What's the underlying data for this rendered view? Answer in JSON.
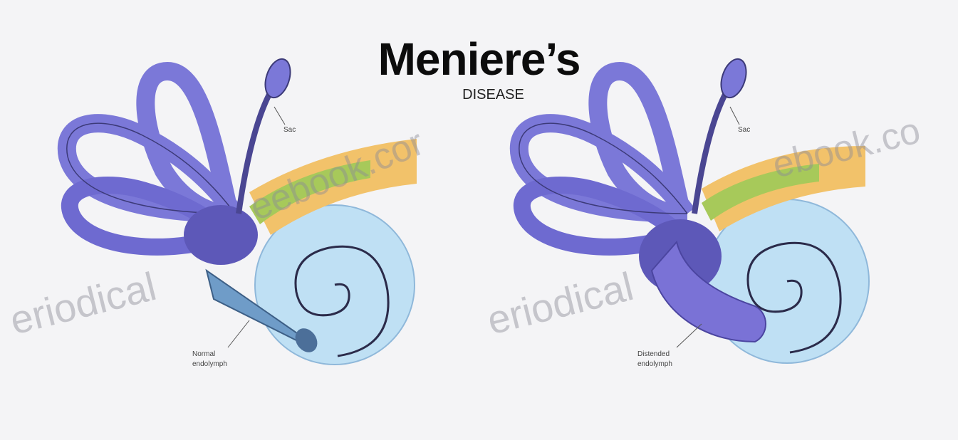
{
  "title": "Meniere’s",
  "subtitle": "DISEASE",
  "left_panel": {
    "sac_label": "Sac",
    "bottom_label_line1": "Normal",
    "bottom_label_line2": "endolymph"
  },
  "right_panel": {
    "sac_label": "Sac",
    "bottom_label_line1": "Distended",
    "bottom_label_line2": "endolymph"
  },
  "watermarks": {
    "left_lower": "eriodical",
    "left_upper": "eebook.cor",
    "right_lower": "eriodical",
    "right_upper": "ebook.co"
  },
  "colors": {
    "labyrinth": "#7b78d8",
    "labyrinth_dark": "#5d58b8",
    "cochlea": "#bfe0f4",
    "nerve_orange": "#f2c26a",
    "nerve_green": "#a7c95a",
    "endolymph_normal": "#6f9cc8",
    "endolymph_distended": "#7a72d6"
  }
}
